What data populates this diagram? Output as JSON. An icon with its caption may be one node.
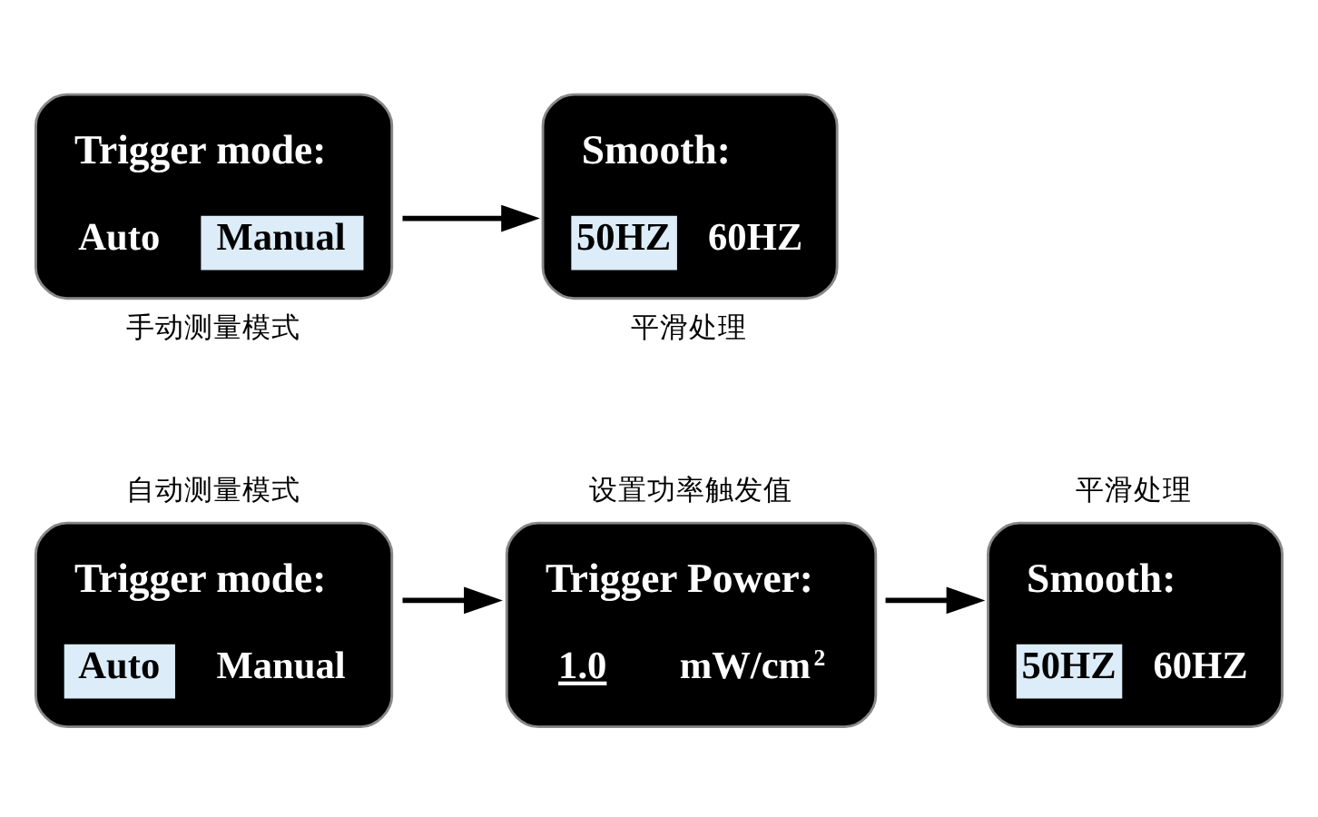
{
  "diagram": {
    "nodes": [
      {
        "text": [
          "Trigger mode:",
          "Auto",
          "Manual"
        ],
        "beside": [
          "自动测量模式"
        ]
      },
      {
        "text": [
          "Trigger Power:",
          "1.0",
          "mW/cm$^{2}$"
        ],
        "beside": [
          "设置功率触发值"
        ]
      },
      {
        "text": [
          "Smooth:",
          "50HZ",
          "60HZ"
        ],
        "beside": [
          "平滑处理"
        ]
      },
      {
        "text": [
          "Trigger mode:",
          "Auto",
          "Manual"
        ],
        "beside": [
          "手动测量模式"
        ]
      },
      {
        "text": [
          "Smooth:",
          "50HZ",
          "60HZ"
        ],
        "beside": [
          "平滑处理"
        ]
      }
    ],
    "edges": [
      {
        "from": 0,
        "to": 1,
        "arrow": "to"
      },
      {
        "from": 1,
        "to": 2,
        "arrow": "to"
      },
      {
        "from": 3,
        "to": 4,
        "arrow": "to"
      }
    ]
  }
}
